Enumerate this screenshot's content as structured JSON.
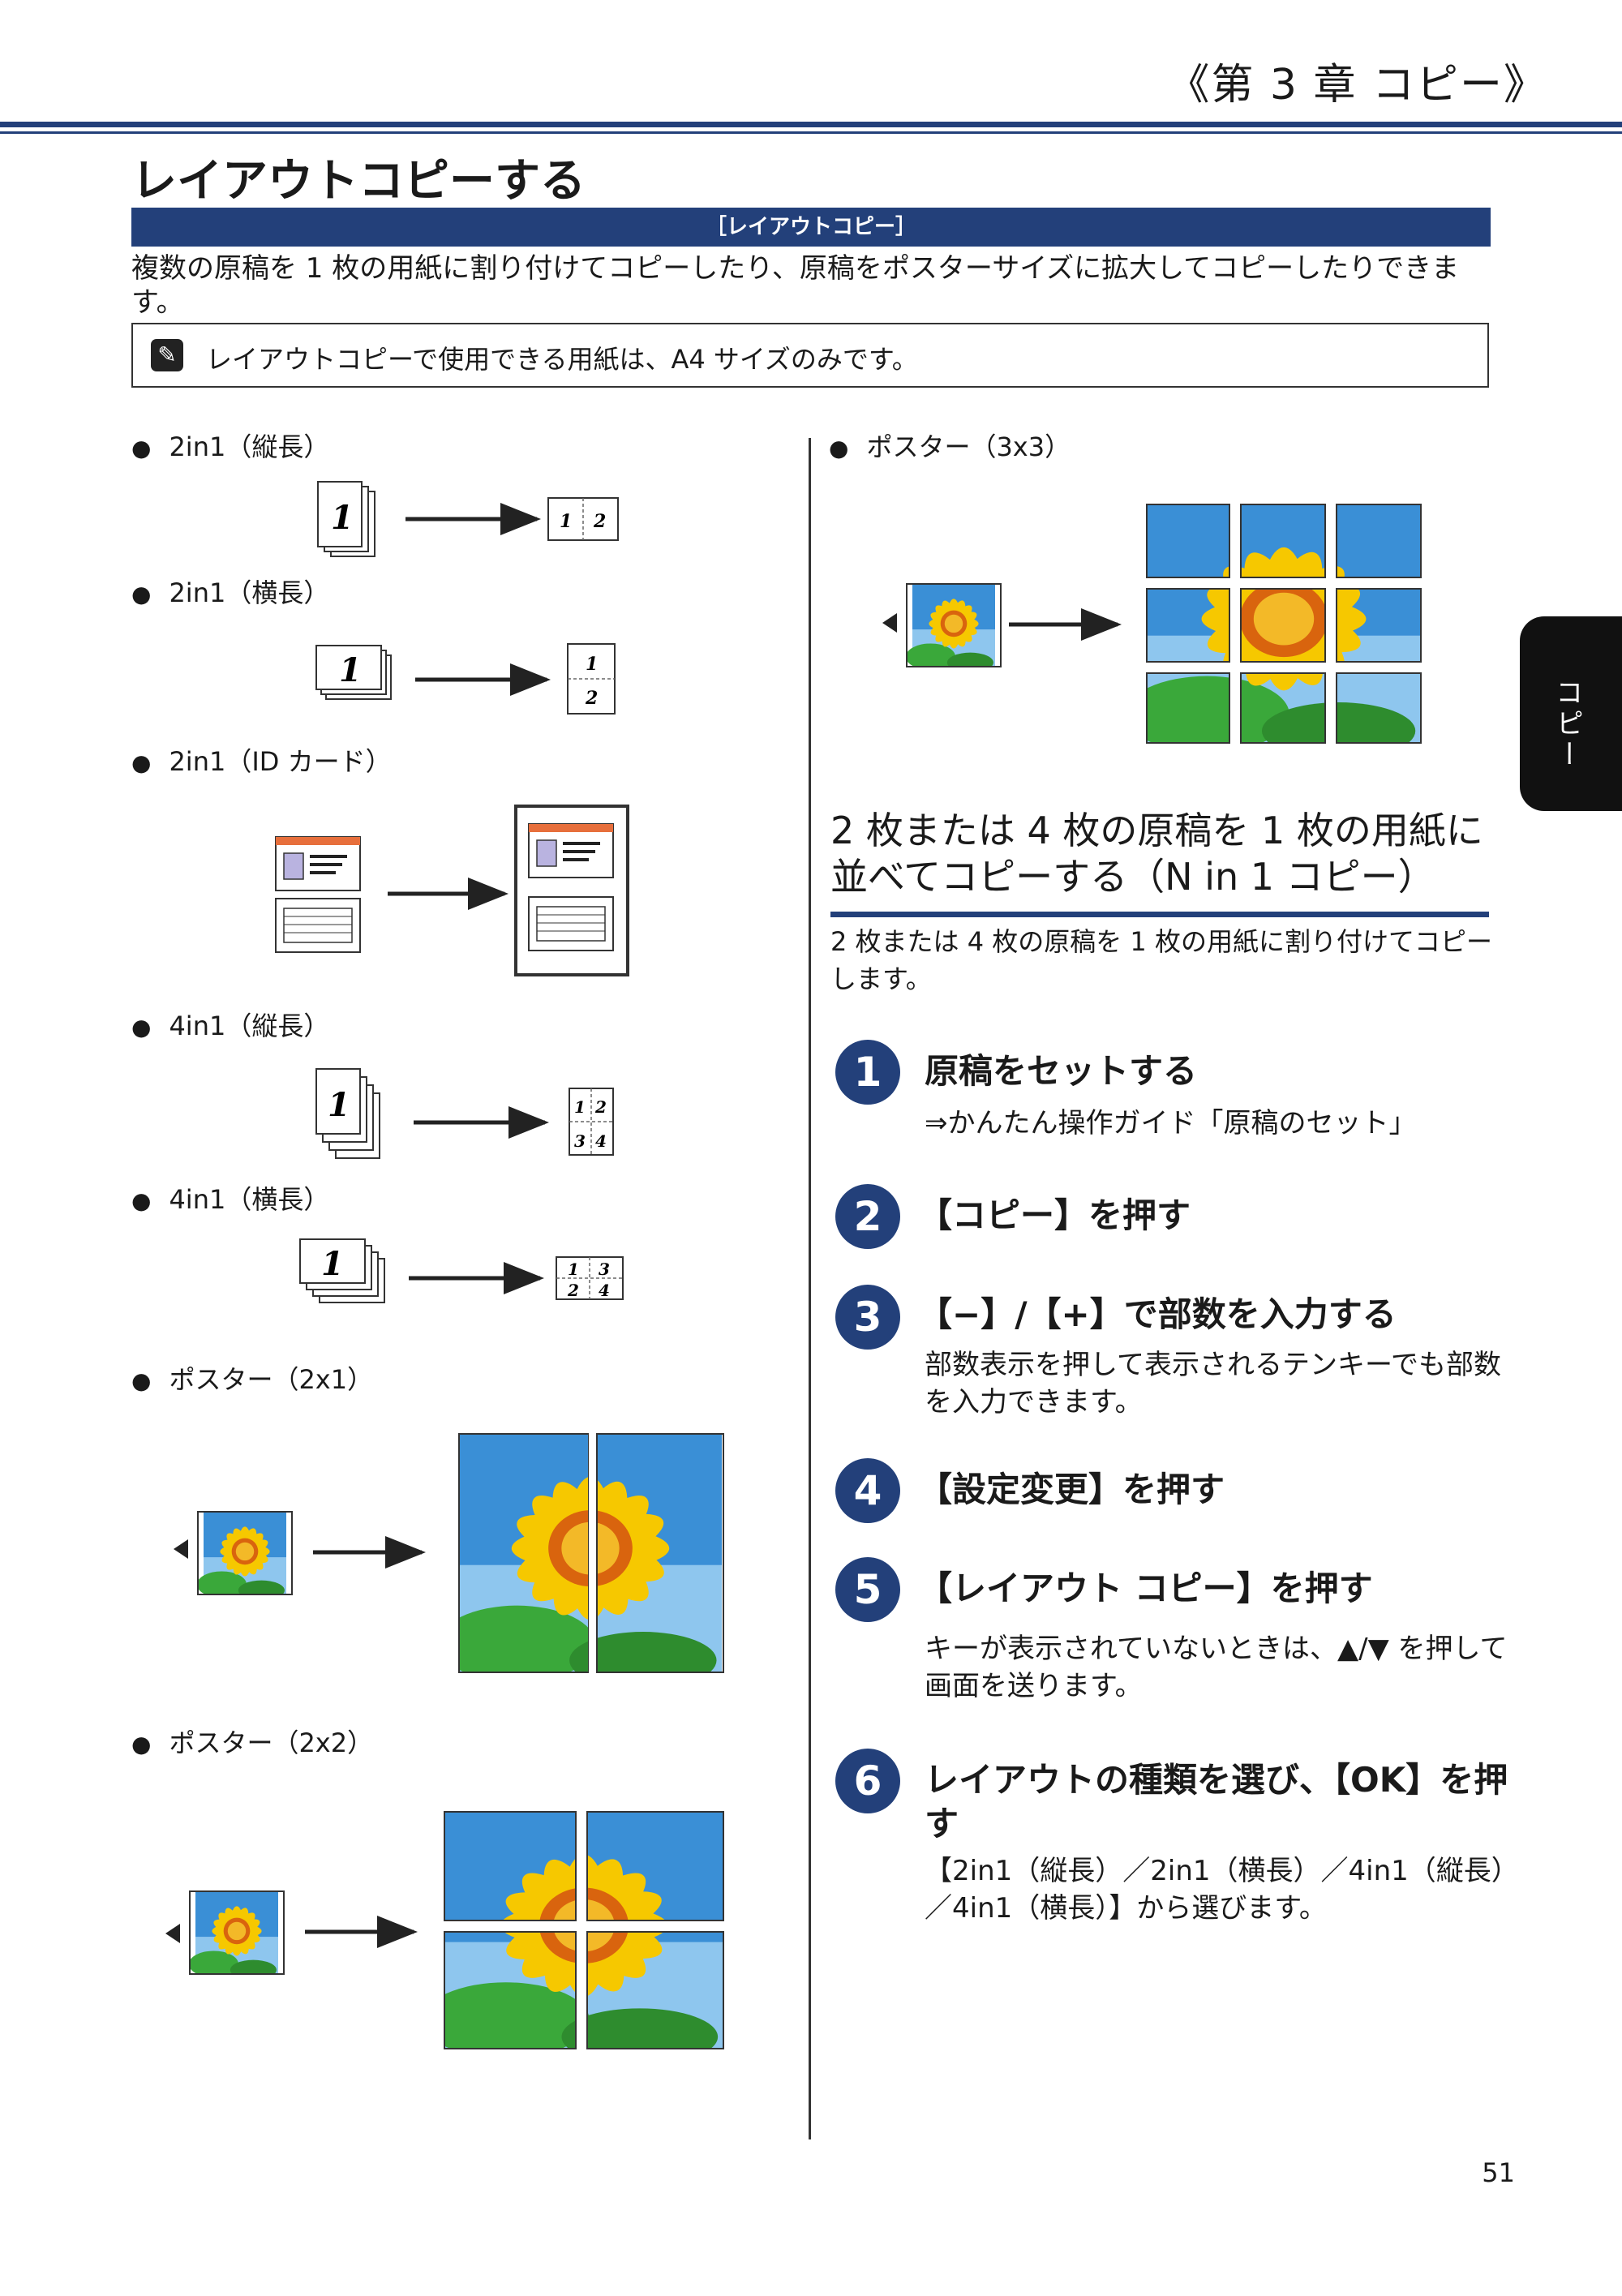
{
  "header": {
    "chapter": "《第 3 章 コピー》"
  },
  "page": {
    "title": "レイアウトコピーする",
    "bar_label": "［レイアウトコピー］",
    "number": "51"
  },
  "intro": "複数の原稿を 1 枚の用紙に割り付けてコピーしたり、原稿をポスターサイズに拡大してコピーしたりできます。",
  "note": {
    "text": "レイアウトコピーで使用できる用紙は、A4 サイズのみです。"
  },
  "left_items": [
    {
      "label": "2in1（縦長）"
    },
    {
      "label": "2in1（横長）"
    },
    {
      "label": "2in1（ID カード）"
    },
    {
      "label": "4in1（縦長）"
    },
    {
      "label": "4in1（横長）"
    },
    {
      "label": "ポスター（2x1）"
    },
    {
      "label": "ポスター（2x2）"
    }
  ],
  "right_item": {
    "label": "ポスター（3x3）"
  },
  "diagram_digits": {
    "one": "1",
    "two": "2",
    "three": "3",
    "four": "4"
  },
  "section": {
    "title": "2 枚または 4 枚の原稿を 1 枚の用紙に並べてコピーする（N in 1 コピー）",
    "description": "2 枚または 4 枚の原稿を 1 枚の用紙に割り付けてコピーします。"
  },
  "steps": [
    {
      "number": "1",
      "title": "原稿をセットする",
      "sub": "⇒かんたん操作ガイド「原稿のセット」"
    },
    {
      "number": "2",
      "title": "【コピー】を押す",
      "sub": ""
    },
    {
      "number": "3",
      "title": "【−】/【+】で部数を入力する",
      "sub": "部数表示を押して表示されるテンキーでも部数を入力できます。"
    },
    {
      "number": "4",
      "title": "【設定変更】を押す",
      "sub": ""
    },
    {
      "number": "5",
      "title": "【レイアウト コピー】を押す",
      "sub": "キーが表示されていないときは、▲/▼ を押して画面を送ります。"
    },
    {
      "number": "6",
      "title": "レイアウトの種類を選び、【OK】を押す",
      "sub": "【2in1（縦長）／2in1（横長）／4in1（縦長）／4in1（横長）】から選びます。"
    }
  ],
  "side_tab": {
    "label": "コピー"
  },
  "colors": {
    "accent": "#23407a",
    "sky": "#3a8fd6",
    "petal": "#f6c800",
    "leaf": "#3aa83a"
  }
}
